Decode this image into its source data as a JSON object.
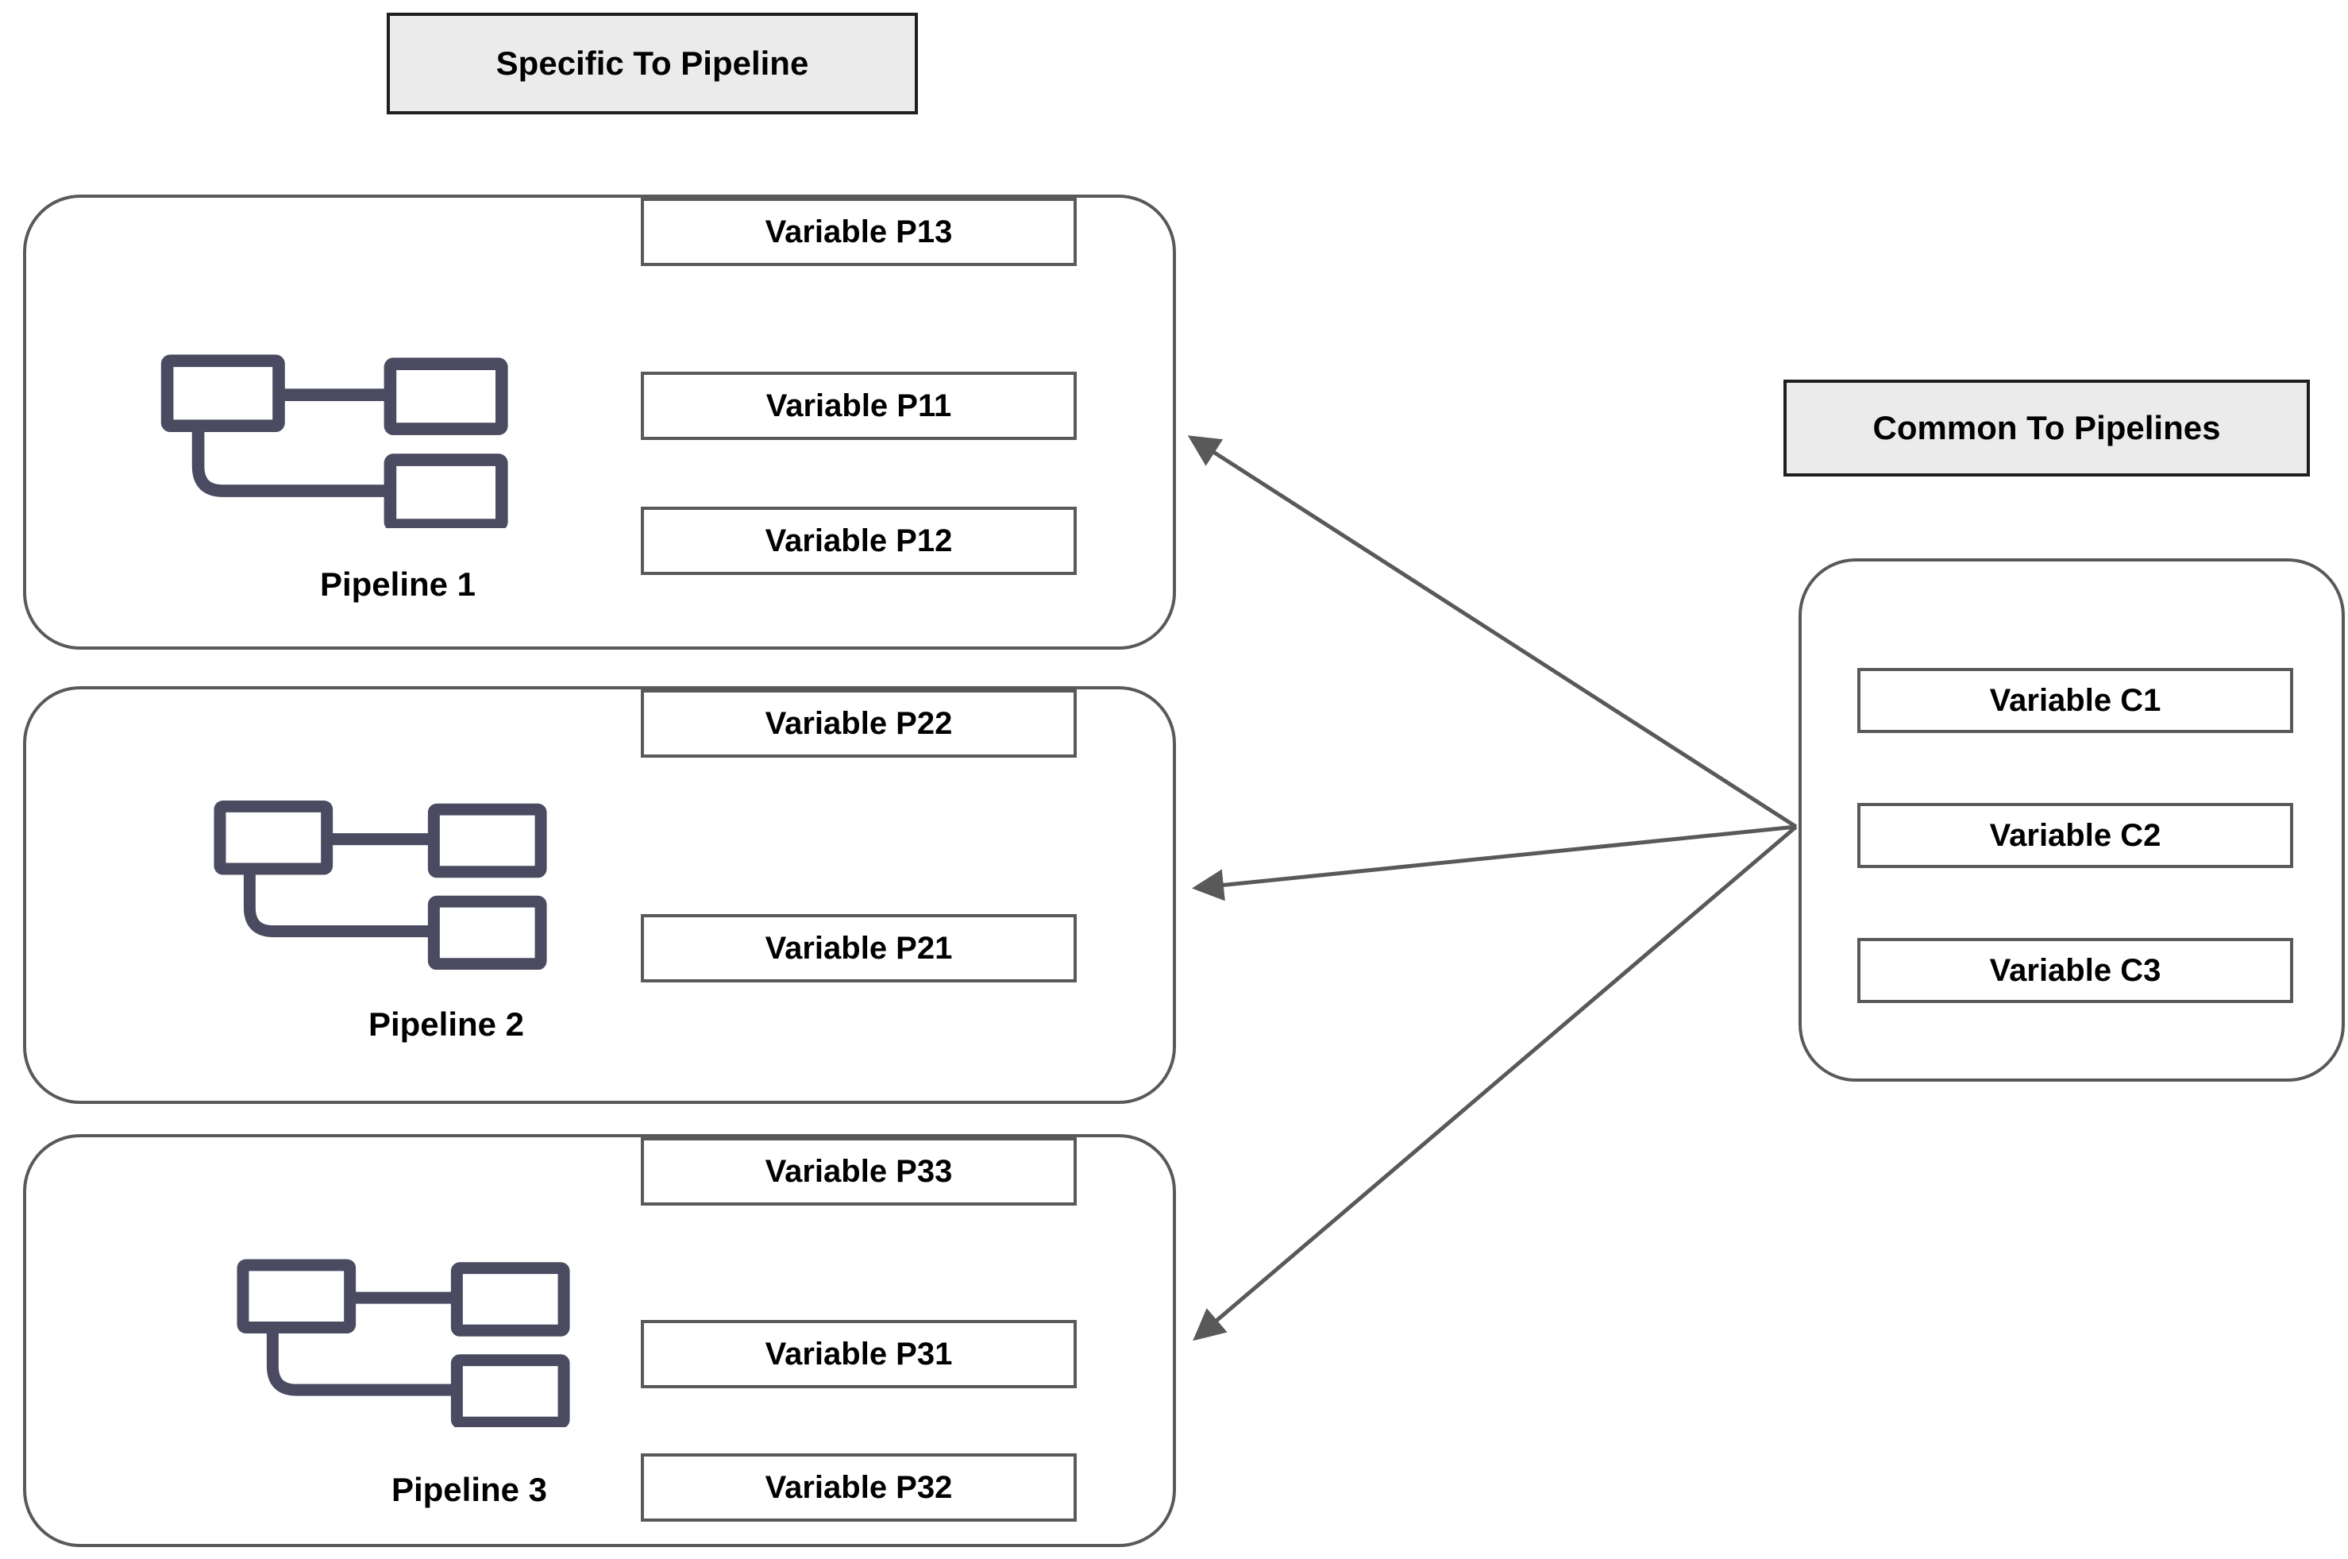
{
  "diagram": {
    "left_header": "Specific To Pipeline",
    "right_header": "Common To Pipelines",
    "pipelines": [
      {
        "label": "Pipeline 1",
        "variables": [
          "Variable P11",
          "Variable P12",
          "Variable P13"
        ]
      },
      {
        "label": "Pipeline 2",
        "variables": [
          "Variable P21",
          "Variable P22"
        ]
      },
      {
        "label": "Pipeline 3",
        "variables": [
          "Variable P31",
          "Variable P32",
          "Variable P33"
        ]
      }
    ],
    "common": {
      "variables": [
        "Variable C1",
        "Variable C2",
        "Variable C3"
      ]
    },
    "icons": [
      "pipeline-icon"
    ],
    "colors": {
      "box_border": "#595959",
      "header_border": "#1f1f1f",
      "header_background": "#ebebeb",
      "icon": "#4a4a60",
      "arrow": "#595959",
      "text": "#000000",
      "background": "#ffffff"
    }
  }
}
